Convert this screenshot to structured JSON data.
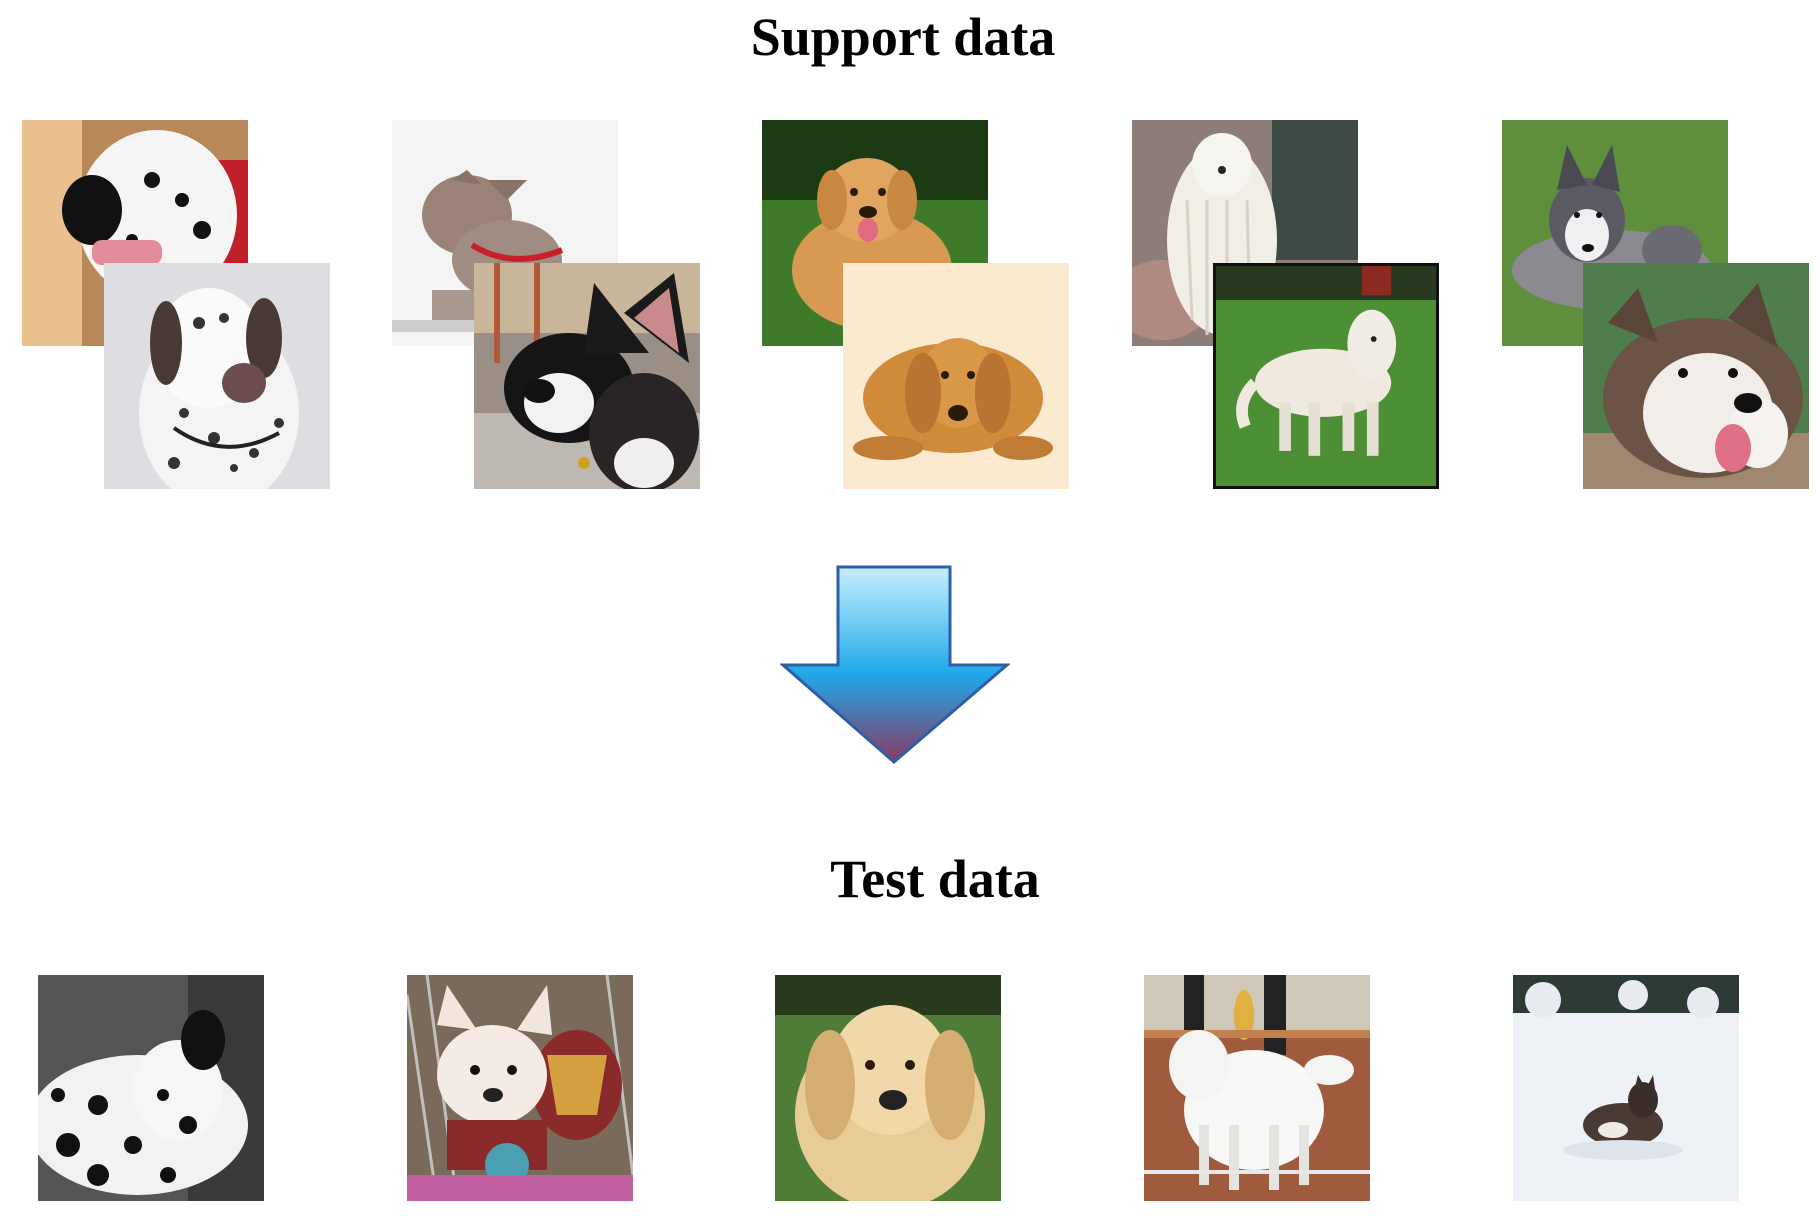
{
  "support_title": "Support data",
  "test_title": "Test data",
  "arrow_gradient": {
    "top": "#c8f0fc",
    "mid": "#1ea8ea",
    "bottom": "#8a3a63",
    "stroke": "#2e5ea8"
  },
  "support_classes": [
    {
      "breed": "dalmatian",
      "icon": "dalmatian-photo",
      "back_bg": "#b8875a",
      "front_bg": "#dedee2"
    },
    {
      "breed": "french-bulldog",
      "icon": "bulldog-photo",
      "back_bg": "#f4f4f4",
      "front_bg": "#9a8f86"
    },
    {
      "breed": "golden-retriever",
      "icon": "golden-retriever-photo",
      "back_bg": "#3f7a2b",
      "front_bg": "#fbe9d0"
    },
    {
      "breed": "komondor",
      "icon": "komondor-photo",
      "back_bg": "#8d7d78",
      "front_bg": "#4d8f34"
    },
    {
      "breed": "husky",
      "icon": "husky-photo",
      "back_bg": "#5f8e3c",
      "front_bg": "#4f7d4e"
    }
  ],
  "test_images": [
    {
      "breed": "dalmatian",
      "icon": "dalmatian-photo",
      "bg": "#555555"
    },
    {
      "breed": "french-bulldog",
      "icon": "bulldog-photo",
      "bg": "#7a6a5a"
    },
    {
      "breed": "golden-retriever",
      "icon": "golden-retriever-photo",
      "bg": "#4f7d38"
    },
    {
      "breed": "komondor",
      "icon": "komondor-photo",
      "bg": "#a05b3e"
    },
    {
      "breed": "husky",
      "icon": "husky-photo",
      "bg": "#eef2f6"
    }
  ]
}
